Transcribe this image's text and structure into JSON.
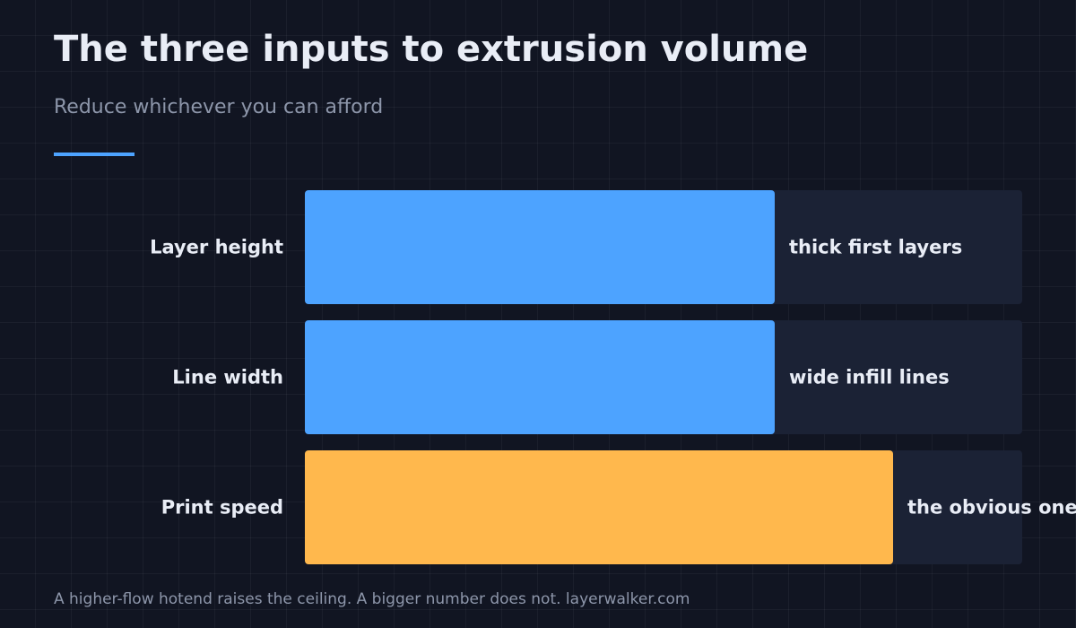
{
  "title": "The three inputs to extrusion volume",
  "subtitle": "Reduce whichever you can afford",
  "footer": "A higher-flow hotend raises the ceiling. A bigger number does not. layerwalker.com",
  "colors": {
    "background": "#111522",
    "track": "#1b2235",
    "accent": "#4da3ff",
    "highlight": "#ffb84d",
    "text": "#e9edf6",
    "muted": "#8d96aa"
  },
  "chart_data": {
    "type": "bar",
    "orientation": "horizontal",
    "categories": [
      "Layer height",
      "Line width",
      "Print speed"
    ],
    "values": [
      0.655,
      0.655,
      0.82
    ],
    "value_unit": "fraction of track",
    "bar_labels": [
      "thick first layers",
      "wide infill lines",
      "the obvious one"
    ],
    "highlighted_index": 2,
    "xlim": [
      0,
      1
    ],
    "grid": false,
    "legend": "none"
  }
}
